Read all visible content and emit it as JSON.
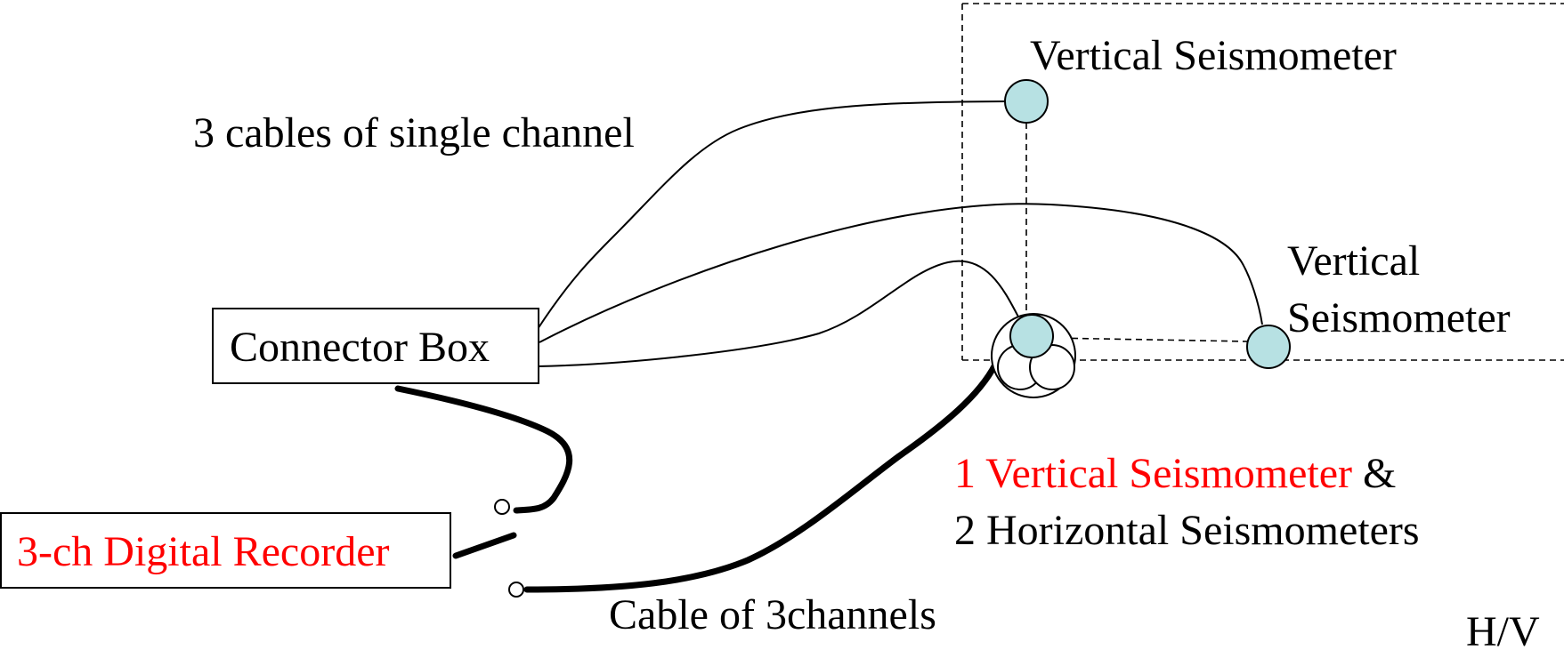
{
  "labels": {
    "single_cables": "3 cables of single channel",
    "connector_box": "Connector Box",
    "recorder": "3-ch Digital Recorder",
    "vertical_top": "Vertical Seismometer",
    "vertical_right_line1": "Vertical",
    "vertical_right_line2": "Seismometer",
    "combo_red": "1 Vertical Seismometer",
    "combo_amp": " &",
    "combo_line2": "2 Horizontal Seismometers",
    "cable_3ch": "Cable of 3channels",
    "hv": "H/V"
  },
  "colors": {
    "sensor_fill": "#b7e1e3",
    "accent_red": "#ff0000",
    "line": "#000000"
  }
}
